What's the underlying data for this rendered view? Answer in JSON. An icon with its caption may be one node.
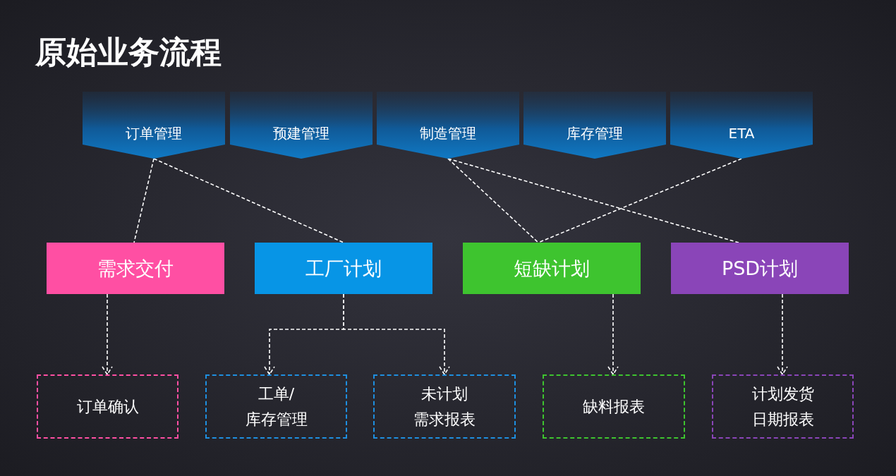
{
  "diagram": {
    "title": "原始业务流程",
    "nodes": [
      {
        "text": [
          "订单管理"
        ]
      },
      {
        "text": [
          "预建管理"
        ]
      },
      {
        "text": [
          "制造管理"
        ]
      },
      {
        "text": [
          "库存管理"
        ]
      },
      {
        "text": [
          "ETA"
        ]
      },
      {
        "text": [
          "需求交付"
        ]
      },
      {
        "text": [
          "工厂计划"
        ]
      },
      {
        "text": [
          "短缺计划"
        ]
      },
      {
        "text": [
          "PSD计划"
        ]
      },
      {
        "text": [
          "订单确认"
        ]
      },
      {
        "text": [
          "工单/库存管理"
        ]
      },
      {
        "text": [
          "未计划需求报表"
        ]
      },
      {
        "text": [
          "缺料报表"
        ]
      },
      {
        "text": [
          "计划发货日期报表"
        ]
      }
    ],
    "edges": [
      {
        "from": 0,
        "to": 5,
        "arrow": "none"
      },
      {
        "from": 0,
        "to": 6,
        "arrow": "none"
      },
      {
        "from": 2,
        "to": 7,
        "arrow": "none"
      },
      {
        "from": 2,
        "to": 8,
        "arrow": "none"
      },
      {
        "from": 4,
        "to": 7,
        "arrow": "none"
      },
      {
        "from": 5,
        "to": 9,
        "arrow": "to"
      },
      {
        "from": 6,
        "to": 10,
        "arrow": "to"
      },
      {
        "from": 6,
        "to": 11,
        "arrow": "to"
      },
      {
        "from": 7,
        "to": 12,
        "arrow": "to"
      },
      {
        "from": 8,
        "to": 13,
        "arrow": "to"
      }
    ]
  }
}
